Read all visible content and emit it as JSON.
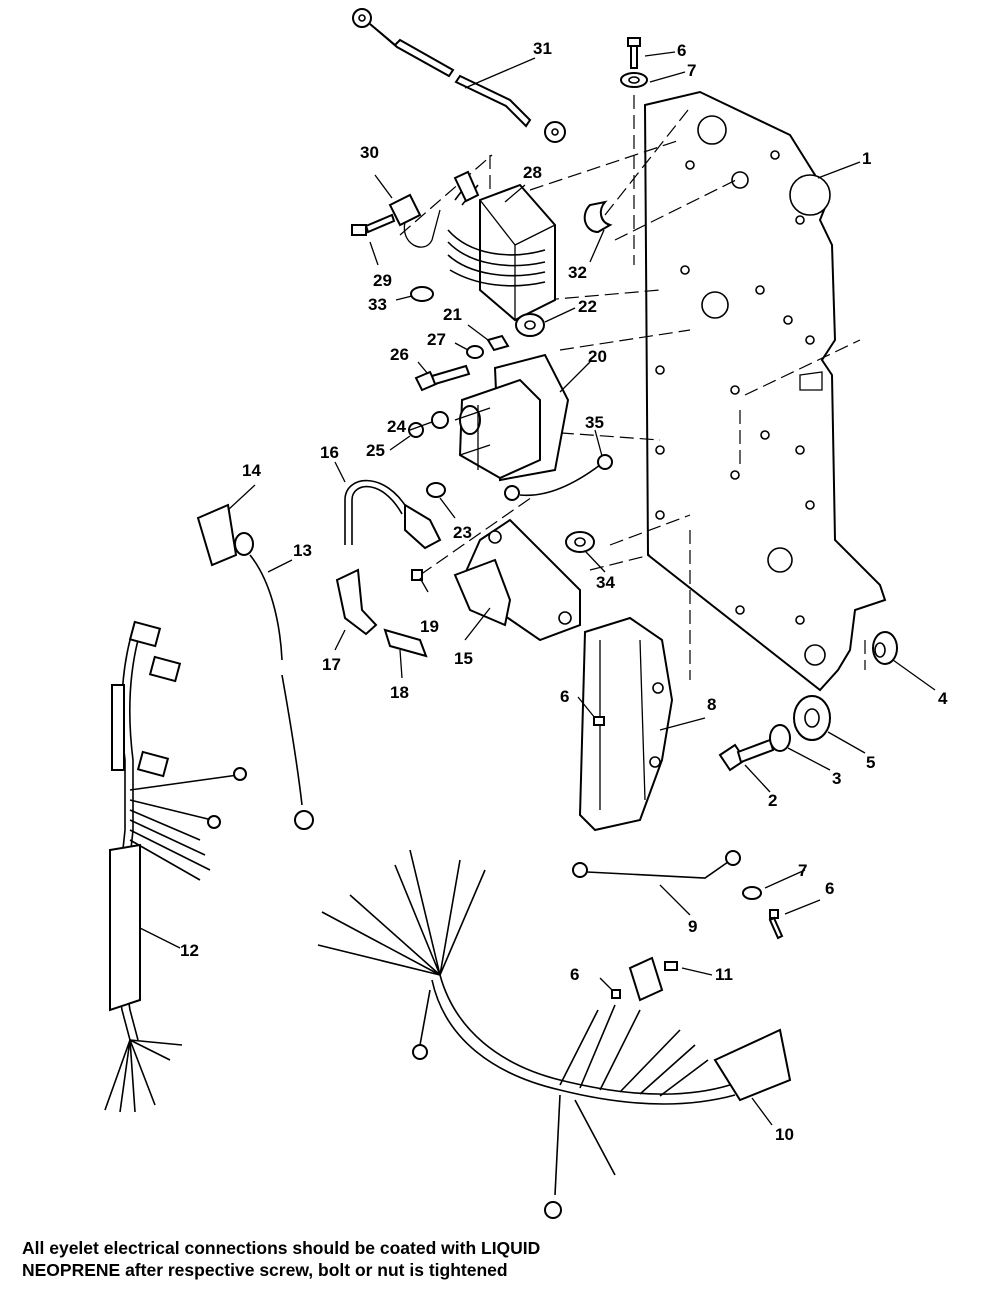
{
  "callouts": [
    "1",
    "2",
    "3",
    "4",
    "5",
    "6",
    "7",
    "8",
    "9",
    "10",
    "11",
    "12",
    "13",
    "14",
    "15",
    "16",
    "17",
    "18",
    "19",
    "20",
    "21",
    "22",
    "23",
    "24",
    "25",
    "26",
    "27",
    "28",
    "29",
    "30",
    "31",
    "32",
    "33",
    "34",
    "35"
  ],
  "note": {
    "line1": "All eyelet electrical connections should be coated with LIQUID",
    "line2": "NEOPRENE after respective screw, bolt or nut is tightened"
  }
}
